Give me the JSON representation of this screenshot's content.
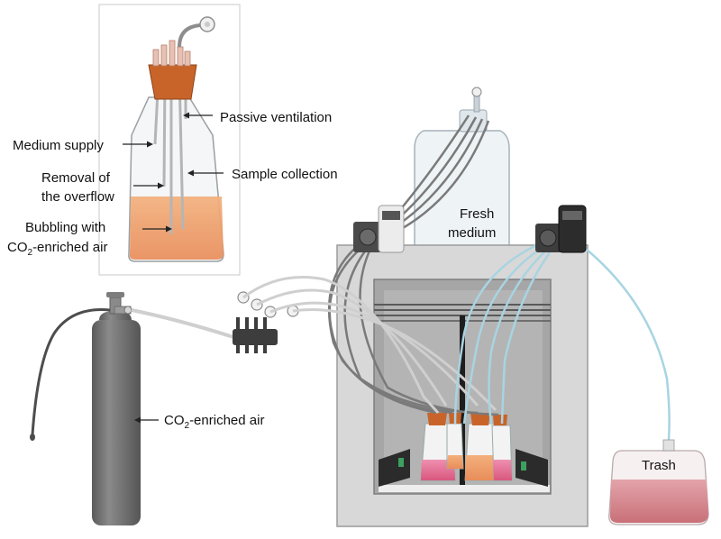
{
  "labels": {
    "passive_ventilation": "Passive ventilation",
    "medium_supply": "Medium supply",
    "removal_line1": "Removal of",
    "removal_line2": "the overflow",
    "sample_collection": "Sample collection",
    "bubbling_line1": "Bubbling with",
    "bubbling_line2_prefix": "CO",
    "bubbling_line2_sub": "2",
    "bubbling_line2_suffix": "-enriched air",
    "fresh_line1": "Fresh",
    "fresh_line2": "medium",
    "co2_prefix": "CO",
    "co2_sub": "2",
    "co2_suffix": "-enriched air",
    "trash": "Trash"
  },
  "colors": {
    "orange_medium": "#f0a070",
    "pink_medium": "#e07090",
    "cork": "#c8642a",
    "cylinder": "#6e6e6e",
    "incubator": "#d8d8d8",
    "tube_grey": "#777777",
    "tube_blue": "#a8d4e2",
    "trash_liquid": "#d98a94"
  }
}
